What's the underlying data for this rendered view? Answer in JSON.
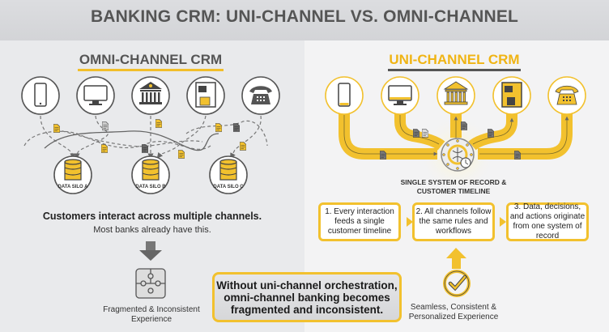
{
  "title": "BANKING CRM: UNI-CHANNEL VS. OMNI-CHANNEL",
  "omni": {
    "heading": "OMNI-CHANNEL CRM",
    "channels": [
      "mobile-phone",
      "desktop-computer",
      "bank-branch",
      "atm",
      "telephone"
    ],
    "silos": [
      "DATA SILO A",
      "DATA SILO B",
      "DATA SILO C"
    ],
    "caption_main": "Customers interact across multiple channels.",
    "caption_sub": "Most banks already have this.",
    "outcome": "Fragmented & Inconsistent Experience"
  },
  "uni": {
    "heading": "UNI-CHANNEL CRM",
    "channels": [
      "mobile-phone",
      "desktop-computer",
      "bank-branch",
      "atm",
      "telephone"
    ],
    "hub_label": "SINGLE SYSTEM OF RECORD & CUSTOMER TIMELINE",
    "steps": [
      "1. Every interaction feeds a single customer timeline",
      "2. All channels follow the same rules and workflows",
      "3. Data, decisions, and actions originate from one system of record"
    ],
    "outcome": "Seamless, Consistent & Personalized Experience"
  },
  "callout": "Without uni-channel orchestration, omni-channel banking becomes fragmented and inconsistent.",
  "colors": {
    "accent_yellow": "#f2c12e",
    "dark_gray": "#555555",
    "icon_gray": "#4a4a4a"
  }
}
